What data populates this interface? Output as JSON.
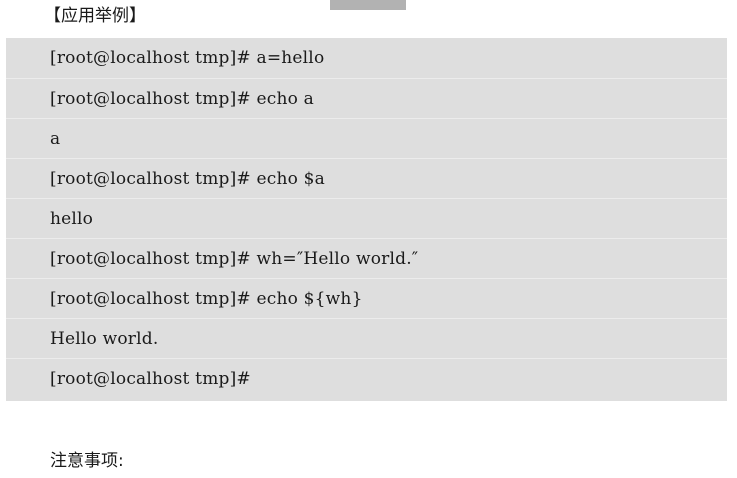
{
  "heading": "【应用举例】",
  "terminal": {
    "lines": [
      "[root@localhost tmp]# a=hello",
      "[root@localhost tmp]# echo a",
      "a",
      "[root@localhost tmp]# echo $a",
      "hello",
      "[root@localhost tmp]# wh=″Hello world.″",
      "[root@localhost tmp]# echo ${wh}",
      "Hello world.",
      "[root@localhost tmp]#"
    ]
  },
  "notes_heading": "注意事项:"
}
